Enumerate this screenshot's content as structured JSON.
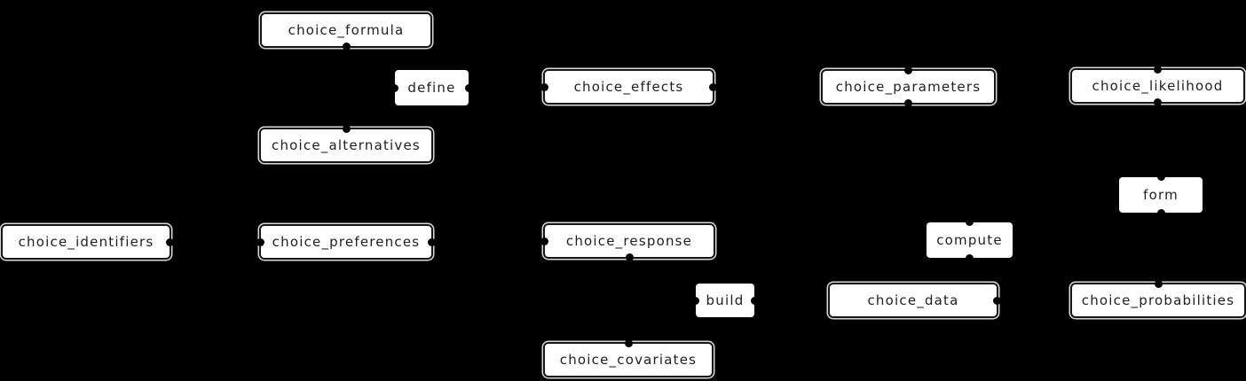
{
  "diagram": {
    "type": "flowchart",
    "background_color": "#000000",
    "node_fill": "#ffffff",
    "node_border_color": "#161616",
    "edge_label_fill": "#ffffff",
    "text_color": "#1f1f1f",
    "nodes": [
      {
        "id": "choice_formula",
        "label": "choice_formula"
      },
      {
        "id": "choice_effects",
        "label": "choice_effects"
      },
      {
        "id": "choice_parameters",
        "label": "choice_parameters"
      },
      {
        "id": "choice_likelihood",
        "label": "choice_likelihood"
      },
      {
        "id": "choice_alternatives",
        "label": "choice_alternatives"
      },
      {
        "id": "choice_identifiers",
        "label": "choice_identifiers"
      },
      {
        "id": "choice_preferences",
        "label": "choice_preferences"
      },
      {
        "id": "choice_response",
        "label": "choice_response"
      },
      {
        "id": "choice_data",
        "label": "choice_data"
      },
      {
        "id": "choice_probabilities",
        "label": "choice_probabilities"
      },
      {
        "id": "choice_covariates",
        "label": "choice_covariates"
      }
    ],
    "edge_labels": [
      {
        "id": "define",
        "label": "define"
      },
      {
        "id": "form",
        "label": "form"
      },
      {
        "id": "compute",
        "label": "compute"
      },
      {
        "id": "build",
        "label": "build"
      }
    ]
  }
}
